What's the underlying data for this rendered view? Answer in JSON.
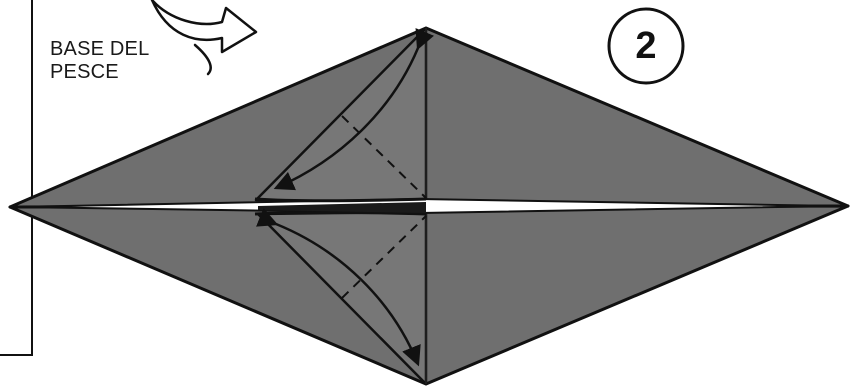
{
  "title": {
    "line1": "BASE DEL",
    "line2": "PESCE"
  },
  "step": {
    "number": "2"
  },
  "colors": {
    "paper_fill": "#6f6f6f",
    "outline": "#111111",
    "background": "#ffffff",
    "slit": "#ffffff"
  },
  "icons": {
    "curved_arrow": "curved-arrow-icon",
    "fold_arrow_top": "fold-arrow-icon",
    "fold_arrow_bottom": "fold-arrow-icon"
  }
}
